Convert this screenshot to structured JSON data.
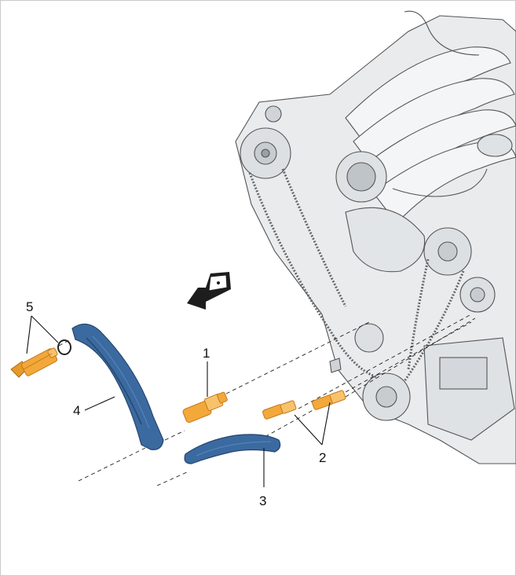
{
  "callouts": {
    "c1": "1",
    "c2": "2",
    "c3": "3",
    "c4": "4",
    "c5": "5"
  },
  "colors": {
    "guide_rail": "#3b6aa0",
    "guide_rail_dark": "#27476e",
    "bolt": "#f3a83a",
    "bolt_dark": "#c4781c",
    "engine_fill": "#e9ebed",
    "engine_line": "#555555",
    "frame": "#c9c9c9"
  },
  "icons": {
    "direction_arrow": "travel-direction-arrow-icon"
  }
}
